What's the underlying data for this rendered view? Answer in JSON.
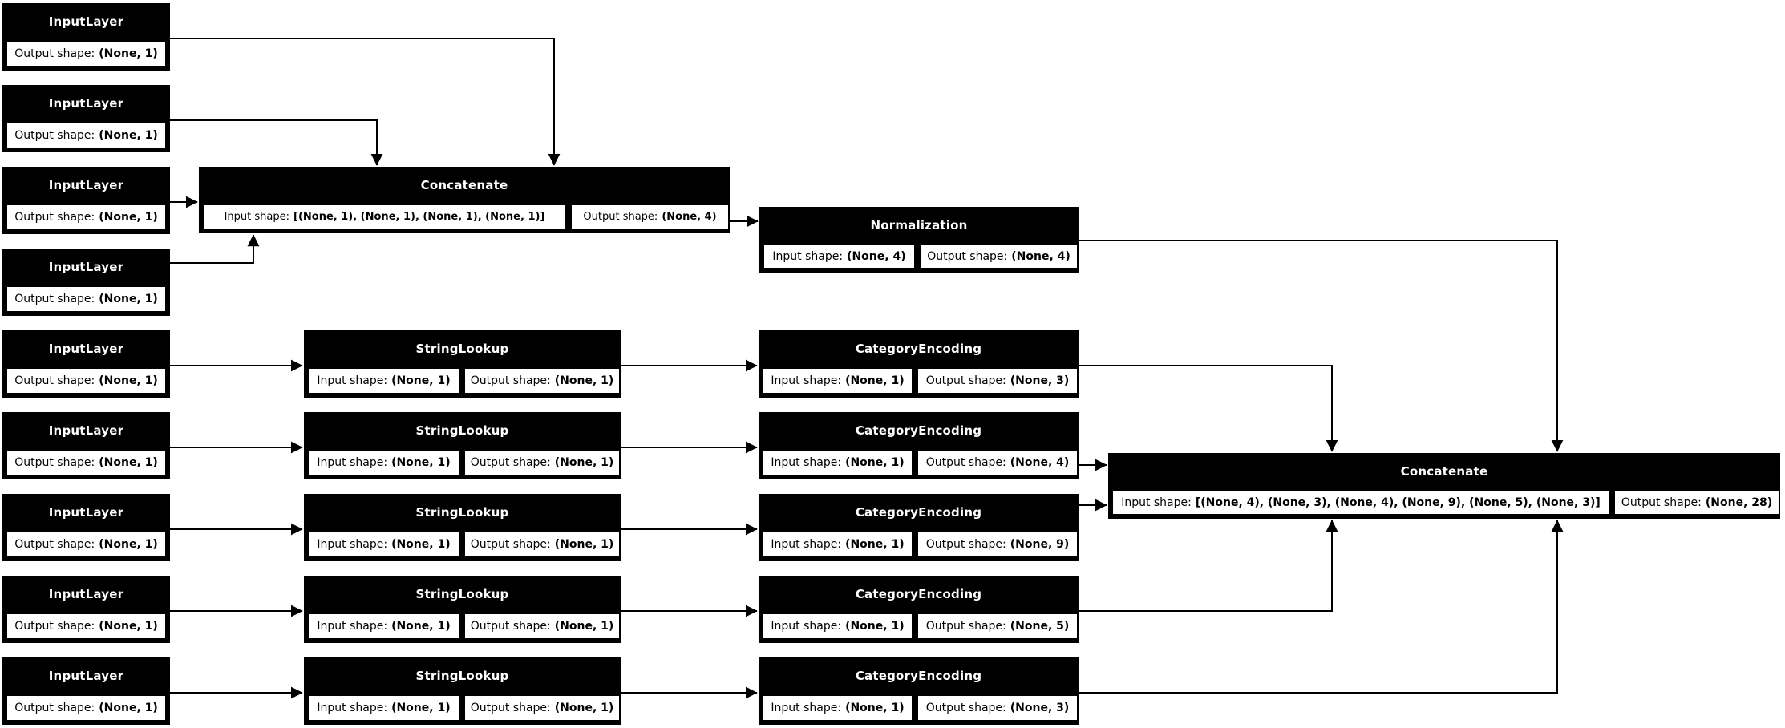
{
  "diagram": {
    "title": "Keras functional model plot",
    "field_labels": {
      "input": "Input shape:",
      "output": "Output shape:"
    },
    "colors": {
      "node_header_bg": "#000000",
      "node_header_text": "#ffffff",
      "node_body_bg": "#ffffff",
      "border": "#000000",
      "edge": "#000000",
      "background": "#ffffff"
    },
    "nodes": [
      {
        "id": "input_layer_1",
        "label": "InputLayer",
        "input_shape": null,
        "output_shape": "(None, 1)"
      },
      {
        "id": "input_layer_2",
        "label": "InputLayer",
        "input_shape": null,
        "output_shape": "(None, 1)"
      },
      {
        "id": "input_layer_3",
        "label": "InputLayer",
        "input_shape": null,
        "output_shape": "(None, 1)"
      },
      {
        "id": "input_layer_4",
        "label": "InputLayer",
        "input_shape": null,
        "output_shape": "(None, 1)"
      },
      {
        "id": "concatenate",
        "label": "Concatenate",
        "input_shape": "[(None, 1), (None, 1), (None, 1), (None, 1)]",
        "output_shape": "(None, 4)"
      },
      {
        "id": "normalization",
        "label": "Normalization",
        "input_shape": "(None, 4)",
        "output_shape": "(None, 4)"
      },
      {
        "id": "input_layer_5",
        "label": "InputLayer",
        "input_shape": null,
        "output_shape": "(None, 1)"
      },
      {
        "id": "string_lookup_1",
        "label": "StringLookup",
        "input_shape": "(None, 1)",
        "output_shape": "(None, 1)"
      },
      {
        "id": "category_encoding_1",
        "label": "CategoryEncoding",
        "input_shape": "(None, 1)",
        "output_shape": "(None, 3)"
      },
      {
        "id": "input_layer_6",
        "label": "InputLayer",
        "input_shape": null,
        "output_shape": "(None, 1)"
      },
      {
        "id": "string_lookup_2",
        "label": "StringLookup",
        "input_shape": "(None, 1)",
        "output_shape": "(None, 1)"
      },
      {
        "id": "category_encoding_2",
        "label": "CategoryEncoding",
        "input_shape": "(None, 1)",
        "output_shape": "(None, 4)"
      },
      {
        "id": "input_layer_7",
        "label": "InputLayer",
        "input_shape": null,
        "output_shape": "(None, 1)"
      },
      {
        "id": "string_lookup_3",
        "label": "StringLookup",
        "input_shape": "(None, 1)",
        "output_shape": "(None, 1)"
      },
      {
        "id": "category_encoding_3",
        "label": "CategoryEncoding",
        "input_shape": "(None, 1)",
        "output_shape": "(None, 9)"
      },
      {
        "id": "input_layer_8",
        "label": "InputLayer",
        "input_shape": null,
        "output_shape": "(None, 1)"
      },
      {
        "id": "string_lookup_4",
        "label": "StringLookup",
        "input_shape": "(None, 1)",
        "output_shape": "(None, 1)"
      },
      {
        "id": "category_encoding_4",
        "label": "CategoryEncoding",
        "input_shape": "(None, 1)",
        "output_shape": "(None, 5)"
      },
      {
        "id": "input_layer_9",
        "label": "InputLayer",
        "input_shape": null,
        "output_shape": "(None, 1)"
      },
      {
        "id": "string_lookup_5",
        "label": "StringLookup",
        "input_shape": "(None, 1)",
        "output_shape": "(None, 1)"
      },
      {
        "id": "category_encoding_5",
        "label": "CategoryEncoding",
        "input_shape": "(None, 1)",
        "output_shape": "(None, 3)"
      },
      {
        "id": "concatenate_1",
        "label": "Concatenate",
        "input_shape": "[(None, 4), (None, 3), (None, 4), (None, 9), (None, 5), (None, 3)]",
        "output_shape": "(None, 28)"
      }
    ]
  }
}
